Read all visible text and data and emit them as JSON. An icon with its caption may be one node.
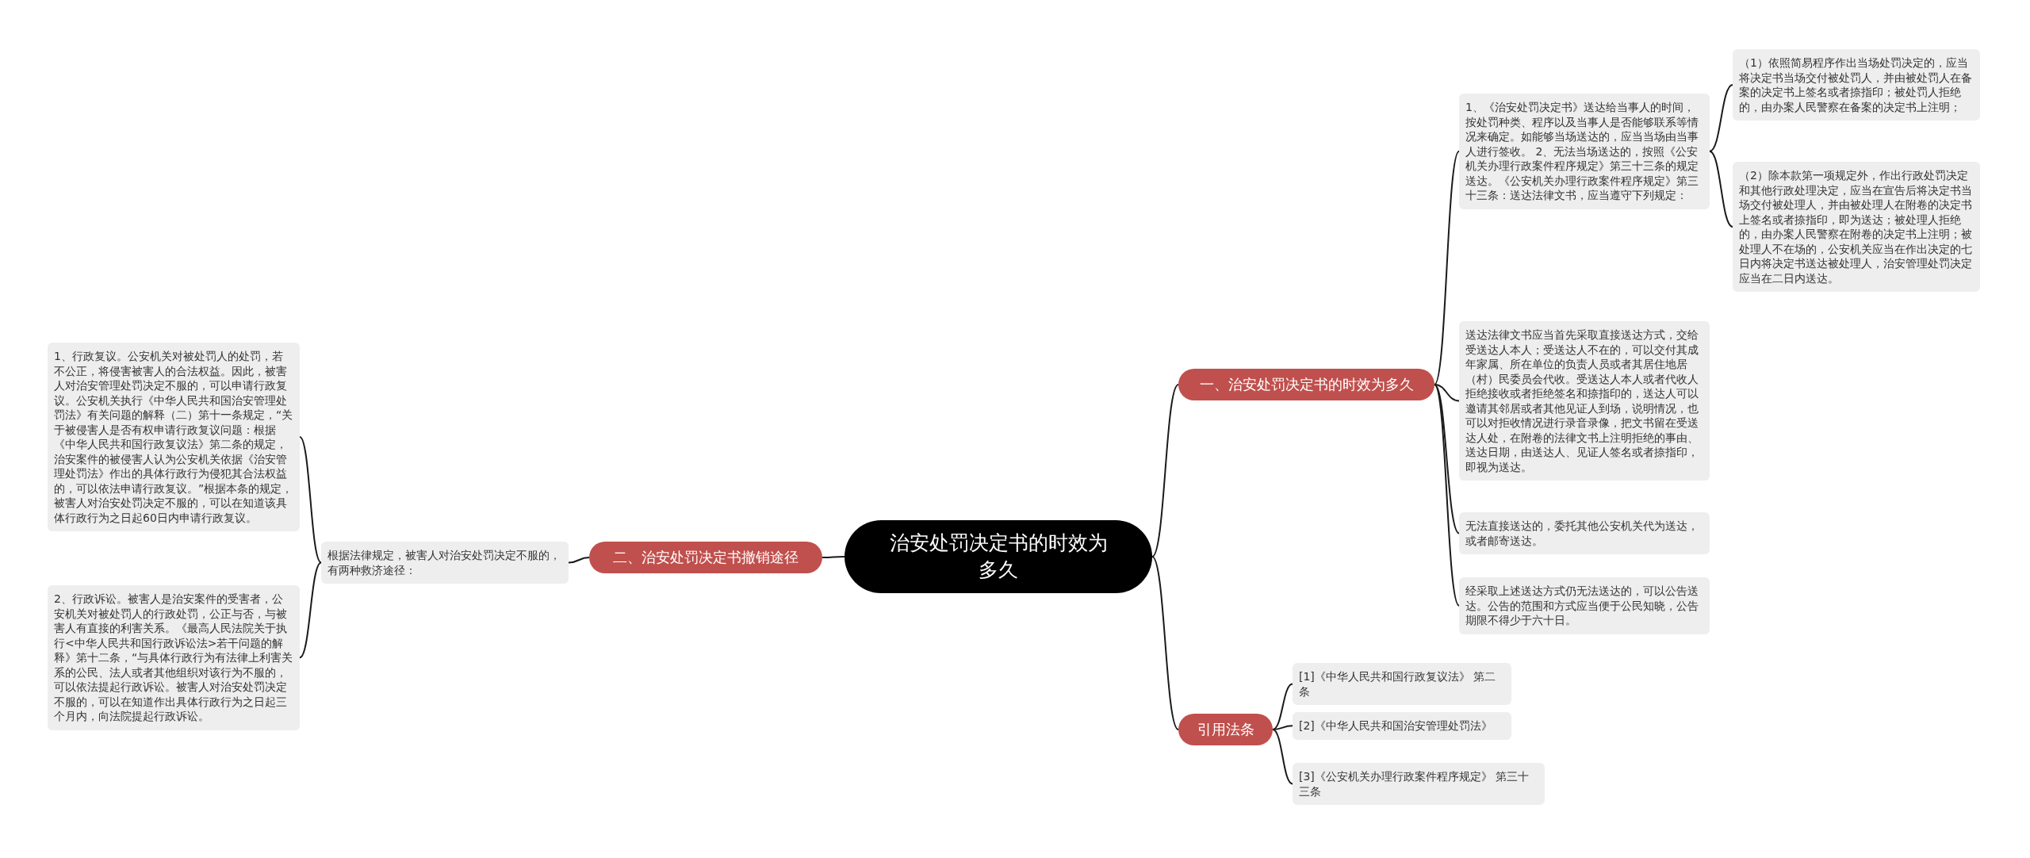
{
  "diagram": {
    "nodes": [
      {
        "text": [
          "治安处罚决定书的时效为多久"
        ]
      },
      {
        "text": [
          "一、治安处罚决定书的时效为多久"
        ]
      },
      {
        "text": [
          "1、《治安处罚决定书》送达给当事人的时间，按处罚种类、程序以及当事人是否能够联系等情况来确定。如能够当场送达的，应当当场由当事人进行签收。 2、无法当场送达的，按照《公安机关办理行政案件程序规定》第三十三条的规定送达。《公安机关办理行政案件程序规定》第三十三条：送达法律文书，应当遵守下列规定："
        ]
      },
      {
        "text": [
          "（1）依照简易程序作出当场处罚决定的，应当将决定书当场交付被处罚人，并由被处罚人在备案的决定书上签名或者捺指印；被处罚人拒绝的，由办案人民警察在备案的决定书上注明；"
        ]
      },
      {
        "text": [
          "（2）除本款第一项规定外，作出行政处罚决定和其他行政处理决定，应当在宣告后将决定书当场交付被处理人，并由被处理人在附卷的决定书上签名或者捺指印，即为送达；被处理人拒绝的，由办案人民警察在附卷的决定书上注明；被处理人不在场的，公安机关应当在作出决定的七日内将决定书送达被处理人，治安管理处罚决定应当在二日内送达。"
        ]
      },
      {
        "text": [
          "送达法律文书应当首先采取直接送达方式，交给受送达人本人；受送达人不在的，可以交付其成年家属、所在单位的负责人员或者其居住地居（村）民委员会代收。受送达人本人或者代收人拒绝接收或者拒绝签名和捺指印的，送达人可以邀请其邻居或者其他见证人到场，说明情况，也可以对拒收情况进行录音录像，把文书留在受送达人处，在附卷的法律文书上注明拒绝的事由、送达日期，由送达人、见证人签名或者捺指印，即视为送达。"
        ]
      },
      {
        "text": [
          "无法直接送达的，委托其他公安机关代为送达，或者邮寄送达。"
        ]
      },
      {
        "text": [
          "经采取上述送达方式仍无法送达的，可以公告送达。公告的范围和方式应当便于公民知晓，公告期限不得少于六十日。"
        ]
      },
      {
        "text": [
          "二、治安处罚决定书撤销途径"
        ]
      },
      {
        "text": [
          "根据法律规定，被害人对治安处罚决定不服的，有两种救济途径："
        ]
      },
      {
        "text": [
          "1、行政复议。公安机关对被处罚人的处罚，若不公正，将侵害被害人的合法权益。因此，被害人对治安管理处罚决定不服的，可以申请行政复议。公安机关执行《中华人民共和国治安管理处罚法》有关问题的解释（二）第十一条规定，“关于被侵害人是否有权申请行政复议问题：根据《中华人民共和国行政复议法》第二条的规定，治安案件的被侵害人认为公安机关依据《治安管理处罚法》作出的具体行政行为侵犯其合法权益的，可以依法申请行政复议。”根据本条的规定，被害人对治安处罚决定不服的，可以在知道该具体行政行为之日起60日内申请行政复议。"
        ]
      },
      {
        "text": [
          "2、行政诉讼。被害人是治安案件的受害者，公安机关对被处罚人的行政处罚，公正与否，与被害人有直接的利害关系。《最高人民法院关于执行<中华人民共和国行政诉讼法>若干问题的解释》第十二条，“与具体行政行为有法律上利害关系的公民、法人或者其他组织对该行为不服的，可以依法提起行政诉讼。被害人对治安处罚决定不服的，可以在知道作出具体行政行为之日起三个月内，向法院提起行政诉讼。"
        ]
      },
      {
        "text": [
          "引用法条"
        ]
      },
      {
        "text": [
          "[1]《中华人民共和国行政复议法》 第二条"
        ]
      },
      {
        "text": [
          "[2]《中华人民共和国治安管理处罚法》"
        ]
      },
      {
        "text": [
          "[3]《公安机关办理行政案件程序规定》 第三十三条"
        ]
      }
    ],
    "edges": [
      {
        "from": 0,
        "to": 1,
        "arrow": "none"
      },
      {
        "from": 1,
        "to": 2,
        "arrow": "none"
      },
      {
        "from": 2,
        "to": 3,
        "arrow": "none"
      },
      {
        "from": 2,
        "to": 4,
        "arrow": "none"
      },
      {
        "from": 1,
        "to": 5,
        "arrow": "none"
      },
      {
        "from": 1,
        "to": 6,
        "arrow": "none"
      },
      {
        "from": 1,
        "to": 7,
        "arrow": "none"
      },
      {
        "from": 0,
        "to": 8,
        "arrow": "none"
      },
      {
        "from": 8,
        "to": 9,
        "arrow": "none"
      },
      {
        "from": 9,
        "to": 10,
        "arrow": "none"
      },
      {
        "from": 9,
        "to": 11,
        "arrow": "none"
      },
      {
        "from": 0,
        "to": 12,
        "arrow": "none"
      },
      {
        "from": 12,
        "to": 13,
        "arrow": "none"
      },
      {
        "from": 12,
        "to": 14,
        "arrow": "none"
      },
      {
        "from": 12,
        "to": 15,
        "arrow": "none"
      }
    ]
  }
}
